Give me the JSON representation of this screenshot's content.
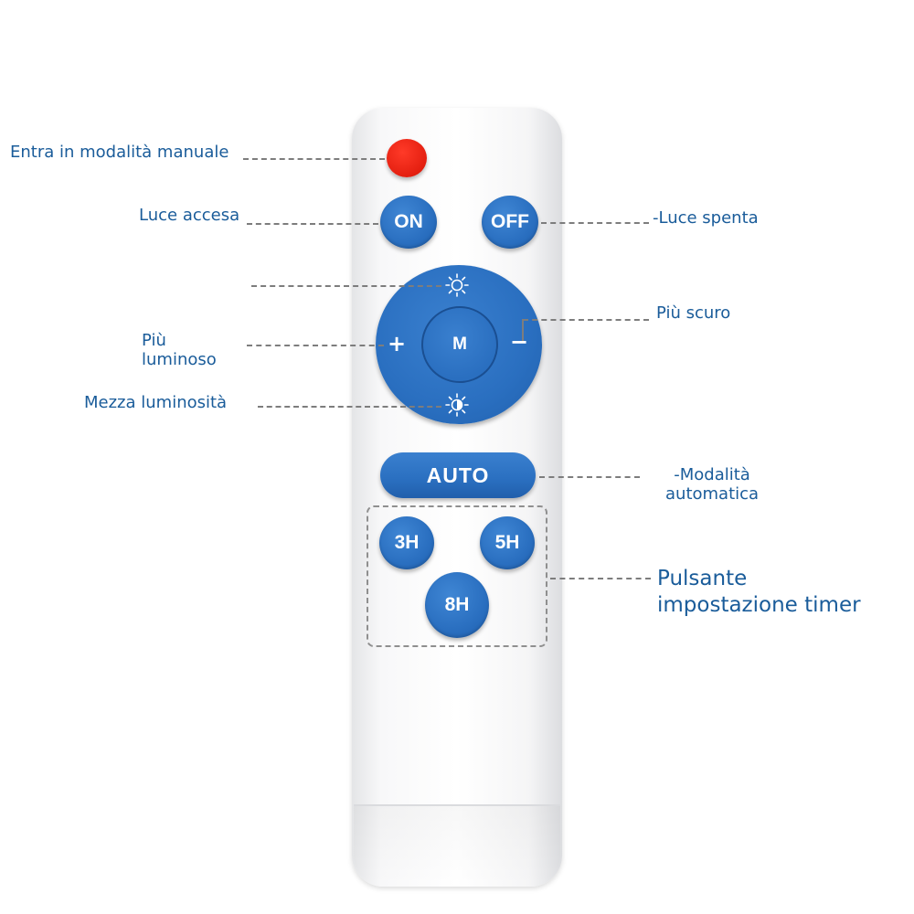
{
  "remote": {
    "buttons": {
      "on": "ON",
      "off": "OFF",
      "mode": "M",
      "plus": "+",
      "minus": "−",
      "auto": "AUTO",
      "timer_3h": "3H",
      "timer_5h": "5H",
      "timer_8h": "8H"
    },
    "colors": {
      "button_blue": "#2a6fc0",
      "manual_button_red": "#e41f10",
      "label_blue": "#1a5c9a"
    },
    "icons": [
      "sun-full-icon",
      "sun-half-icon"
    ]
  },
  "annotations": {
    "manual_mode": "Entra in modalità manuale",
    "light_on": "Luce accesa",
    "light_off": "-Luce spenta",
    "brighter_line1": "Più",
    "brighter_line2": "luminoso",
    "darker": "Più scuro",
    "half_brightness": "Mezza luminosità",
    "auto_mode_line1": "-Modalità",
    "auto_mode_line2": "automatica",
    "timer_line1": "Pulsante",
    "timer_line2": "impostazione timer"
  }
}
